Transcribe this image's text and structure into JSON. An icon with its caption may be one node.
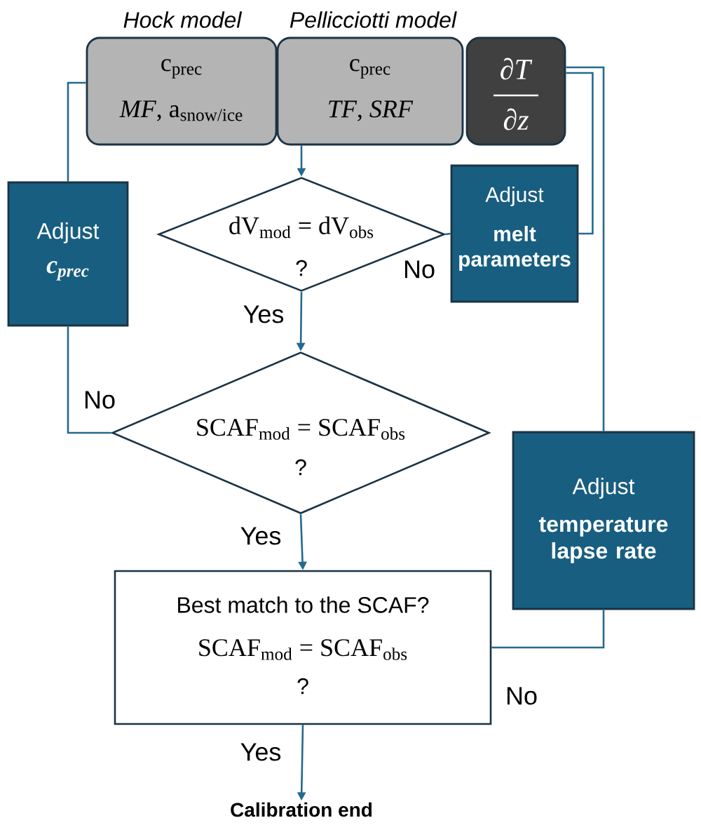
{
  "diagram": {
    "nodes": [
      {
        "text": [
          "Hock model",
          "c$_{prec}$",
          "*MF*, a$_{snow/ice}$"
        ]
      },
      {
        "text": [
          "Pellicciotti model",
          "c$_{prec}$",
          "*TF*, *SRF*"
        ]
      },
      {
        "text": [
          "∂*T*",
          "∂*z*"
        ]
      },
      {
        "text": [
          "dV$_{mod}$ = dV$_{obs}$",
          "?"
        ]
      },
      {
        "text": [
          "Adjust",
          "melt parameters"
        ]
      },
      {
        "text": [
          "Adjust",
          "c$_{prec}$"
        ]
      },
      {
        "text": [
          "SCAF$_{mod}$ = SCAF$_{obs}$",
          "?"
        ]
      },
      {
        "text": [
          "Adjust",
          "temperature lapse rate"
        ]
      },
      {
        "text": [
          "Best match to the SCAF?",
          "SCAF$_{mod}$ = SCAF$_{obs}$",
          "?"
        ]
      },
      {
        "text": [
          "Calibration end"
        ]
      }
    ],
    "edges": [
      {
        "from": 1,
        "to": 3,
        "arrow": "to"
      },
      {
        "from": 3,
        "to": 6,
        "arrow": "to",
        "label": "Yes"
      },
      {
        "from": 3,
        "to": 4,
        "arrow": "none",
        "label": "No"
      },
      {
        "from": 4,
        "to": 2,
        "arrow": "none"
      },
      {
        "from": 6,
        "to": 5,
        "arrow": "none",
        "label": "No"
      },
      {
        "from": 5,
        "to": 0,
        "arrow": "none"
      },
      {
        "from": 6,
        "to": 8,
        "arrow": "to",
        "label": "Yes"
      },
      {
        "from": 8,
        "to": 7,
        "arrow": "none",
        "label": "No"
      },
      {
        "from": 7,
        "to": 2,
        "arrow": "none"
      },
      {
        "from": 8,
        "to": 9,
        "arrow": "to",
        "label": "Yes"
      }
    ]
  }
}
